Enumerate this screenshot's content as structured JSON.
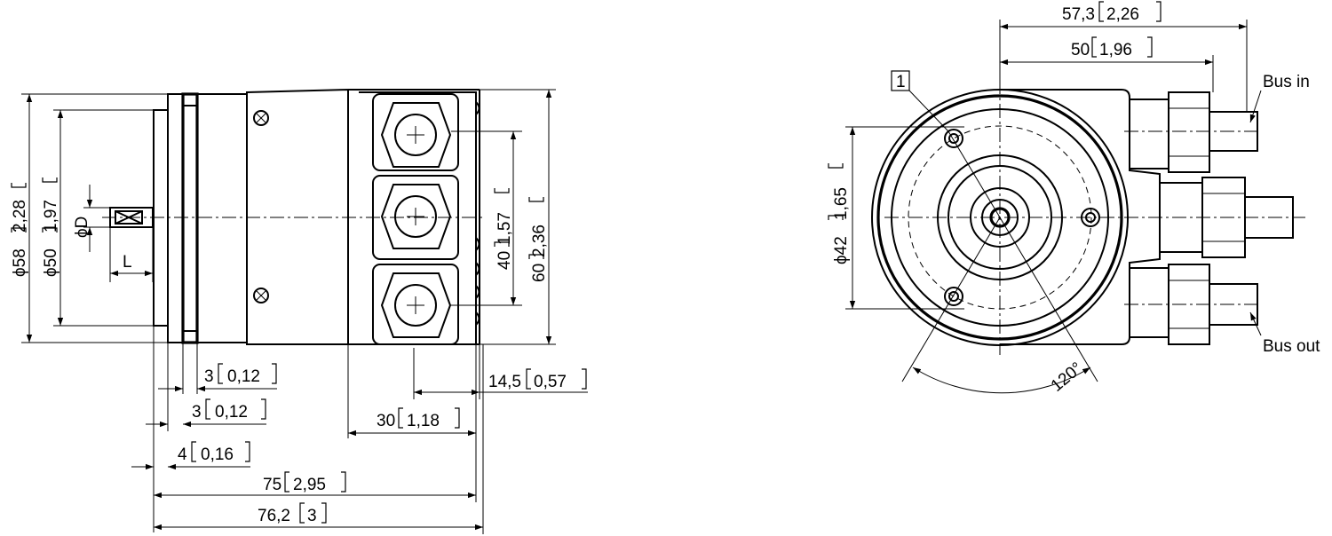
{
  "drawing": {
    "side_view": {
      "dia_58": "ϕ58",
      "dia_58_in": "2,28",
      "dia_50": "ϕ50",
      "dia_50_in": "1,97",
      "dia_d": "ϕD",
      "shaft_len": "L",
      "h40": "40",
      "h40_in": "1,57",
      "h60": "60",
      "h60_in": "2,36",
      "d3a": "3",
      "d3a_in": "0,12",
      "d3b": "3",
      "d3b_in": "0,12",
      "d4": "4",
      "d4_in": "0,16",
      "d75": "75",
      "d75_in": "2,95",
      "d76": "76,2",
      "d76_in": "3",
      "d30": "30",
      "d30_in": "1,18",
      "d14": "14,5",
      "d14_in": "0,57"
    },
    "front_view": {
      "d57": "57,3",
      "d57_in": "2,26",
      "d50": "50",
      "d50_in": "1,96",
      "dia_42": "ϕ42",
      "dia_42_in": "1,65",
      "callout": "1",
      "angle": "120°",
      "bus_in": "Bus in",
      "bus_out": "Bus out"
    }
  }
}
